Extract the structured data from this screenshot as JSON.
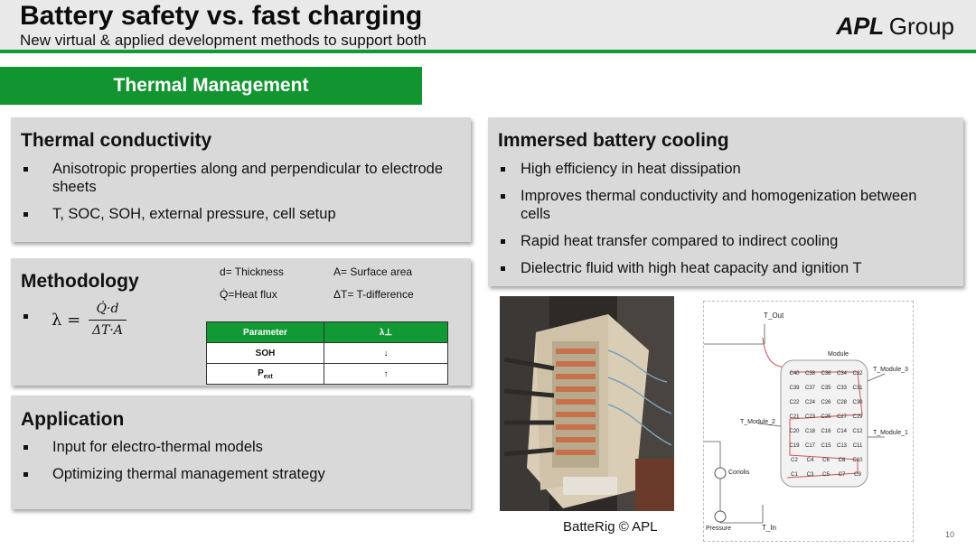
{
  "header": {
    "title": "Battery safety vs. fast charging",
    "subtitle": "New virtual & applied development methods to support both",
    "logo_bold": "APL",
    "logo_text": "Group"
  },
  "tab": {
    "label": "Thermal Management"
  },
  "thermal_conductivity": {
    "heading": "Thermal conductivity",
    "bullets": [
      "Anisotropic properties along and perpendicular to electrode sheets",
      "T, SOC, SOH, external pressure, cell setup"
    ]
  },
  "methodology": {
    "heading": "Methodology",
    "formula_lambda": "λ =",
    "formula_num": "Q̇·d",
    "formula_den": "ΔT·A",
    "vars": {
      "d": "d= Thickness",
      "A": "A= Surface area",
      "Q": "Q̇=Heat flux",
      "dT": "ΔT= T-difference"
    },
    "table": {
      "header": [
        "Parameter",
        "λ⊥"
      ],
      "rows": [
        [
          "SOH",
          "↓"
        ],
        [
          "Pext",
          "↑"
        ]
      ]
    }
  },
  "application": {
    "heading": "Application",
    "bullets": [
      "Input for electro-thermal models",
      "Optimizing thermal management strategy"
    ]
  },
  "immersed": {
    "heading": "Immersed battery cooling",
    "bullets": [
      "High efficiency in heat dissipation",
      "Improves thermal conductivity and homogenization between cells",
      "Rapid heat transfer compared to indirect cooling",
      "Dielectric fluid with high heat capacity and ignition T"
    ]
  },
  "diagram": {
    "t_out": "T_Out",
    "t_in": "T_In",
    "module": "Module",
    "t_module_3": "T_Module_3",
    "t_module_2": "T_Module_2",
    "t_module_1": "T_Module_1",
    "coriolis": "Coriolis",
    "pressure": "Pressure",
    "rows": [
      [
        "C40",
        "C38",
        "C36",
        "C34",
        "C32"
      ],
      [
        "C39",
        "C37",
        "C35",
        "C33",
        "C31"
      ],
      [
        "C22",
        "C24",
        "C26",
        "C28",
        "C30"
      ],
      [
        "C21",
        "C23",
        "C25",
        "C27",
        "C29"
      ],
      [
        "C20",
        "C18",
        "C16",
        "C14",
        "C12"
      ],
      [
        "C19",
        "C17",
        "C15",
        "C13",
        "C11"
      ],
      [
        "C2",
        "C4",
        "C6",
        "C8",
        "C10"
      ],
      [
        "C1",
        "C3",
        "C5",
        "C7",
        "C9"
      ]
    ]
  },
  "caption": "BatteRig © APL",
  "page_number": "10",
  "colors": {
    "accent": "#119933",
    "panel": "#d9d9d9",
    "header_bg": "#e9e9e9"
  }
}
